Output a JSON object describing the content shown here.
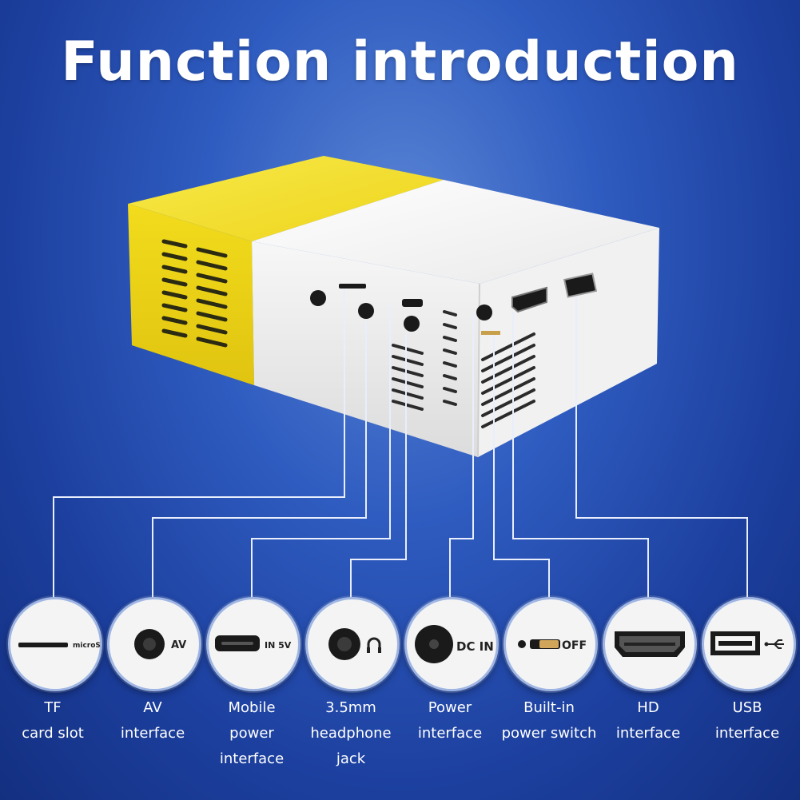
{
  "page": {
    "title": "Function introduction"
  },
  "colors": {
    "background": "#2f5cc0",
    "device_yellow": "#f2df1f",
    "device_white": "#f4f4f4",
    "line": "#e8eefc"
  },
  "device": {
    "port_labels": {
      "microsd": "microSD",
      "av": "AV",
      "in5v": "IN 5V",
      "dcin": "DC IN",
      "off": "OFF"
    }
  },
  "features": [
    {
      "id": "tf",
      "lines": [
        "TF",
        "card slot"
      ],
      "icon": "microsd-slot-icon",
      "badge": "microSD"
    },
    {
      "id": "av",
      "lines": [
        "AV",
        "interface"
      ],
      "icon": "av-jack-icon",
      "badge": "AV"
    },
    {
      "id": "mobile-power",
      "lines": [
        "Mobile",
        "power",
        "interface"
      ],
      "icon": "micro-usb-port-icon",
      "badge": "IN 5V"
    },
    {
      "id": "headphone",
      "lines": [
        "3.5mm",
        "headphone",
        "jack"
      ],
      "icon": "headphone-jack-icon",
      "badge": ""
    },
    {
      "id": "power",
      "lines": [
        "Power",
        "interface"
      ],
      "icon": "dc-jack-icon",
      "badge": "DC IN"
    },
    {
      "id": "switch",
      "lines": [
        "Built-in",
        "power switch"
      ],
      "icon": "power-switch-icon",
      "badge": "OFF"
    },
    {
      "id": "hd",
      "lines": [
        "HD",
        "interface"
      ],
      "icon": "hdmi-port-icon",
      "badge": ""
    },
    {
      "id": "usb",
      "lines": [
        "USB",
        "interface"
      ],
      "icon": "usb-port-icon",
      "badge": ""
    }
  ]
}
